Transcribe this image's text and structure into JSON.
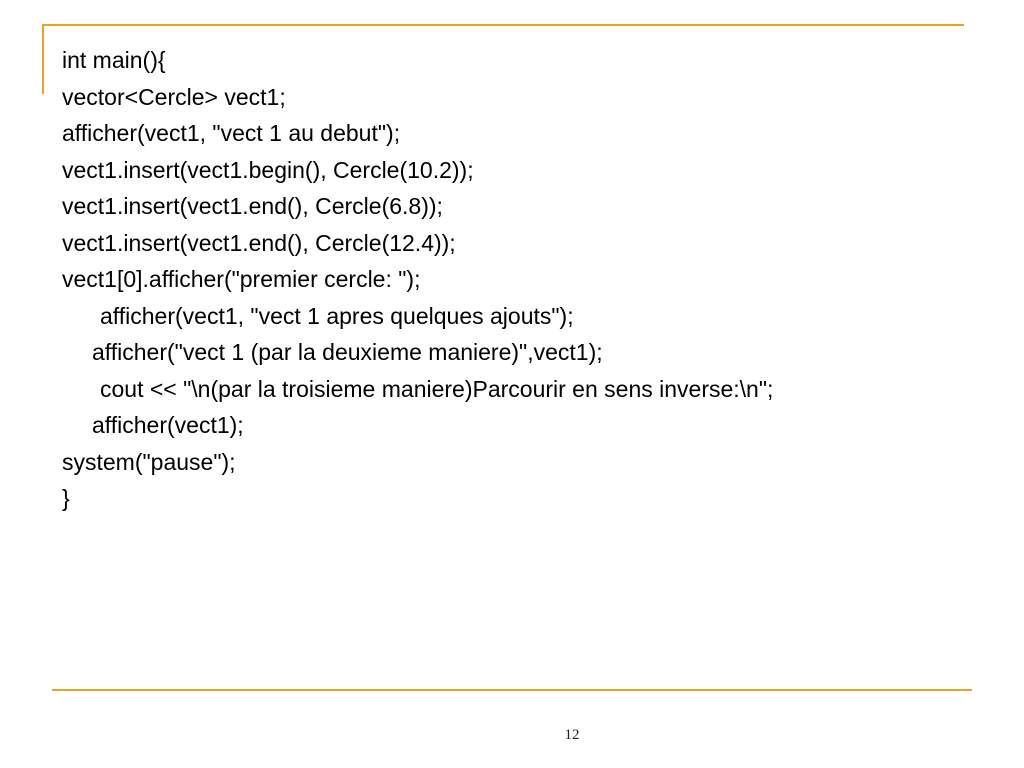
{
  "code": {
    "lines": [
      "int main(){",
      "vector<Cercle> vect1;",
      "afficher(vect1, \"vect 1 au debut\");",
      "vect1.insert(vect1.begin(), Cercle(10.2));",
      "vect1.insert(vect1.end(), Cercle(6.8));",
      "vect1.insert(vect1.end(), Cercle(12.4));",
      "vect1[0].afficher(\"premier cercle: \");",
      "afficher(vect1, \"vect 1 apres quelques ajouts\");",
      "afficher(\"vect 1 (par la deuxieme maniere)\",vect1);",
      "cout << \"\\n(par la troisieme maniere)Parcourir en sens inverse:\\n\";",
      "afficher(vect1);",
      "system(\"pause\");",
      "}"
    ]
  },
  "footer": {
    "page_number": "12"
  },
  "theme": {
    "accent_color": "#e5a32b"
  }
}
